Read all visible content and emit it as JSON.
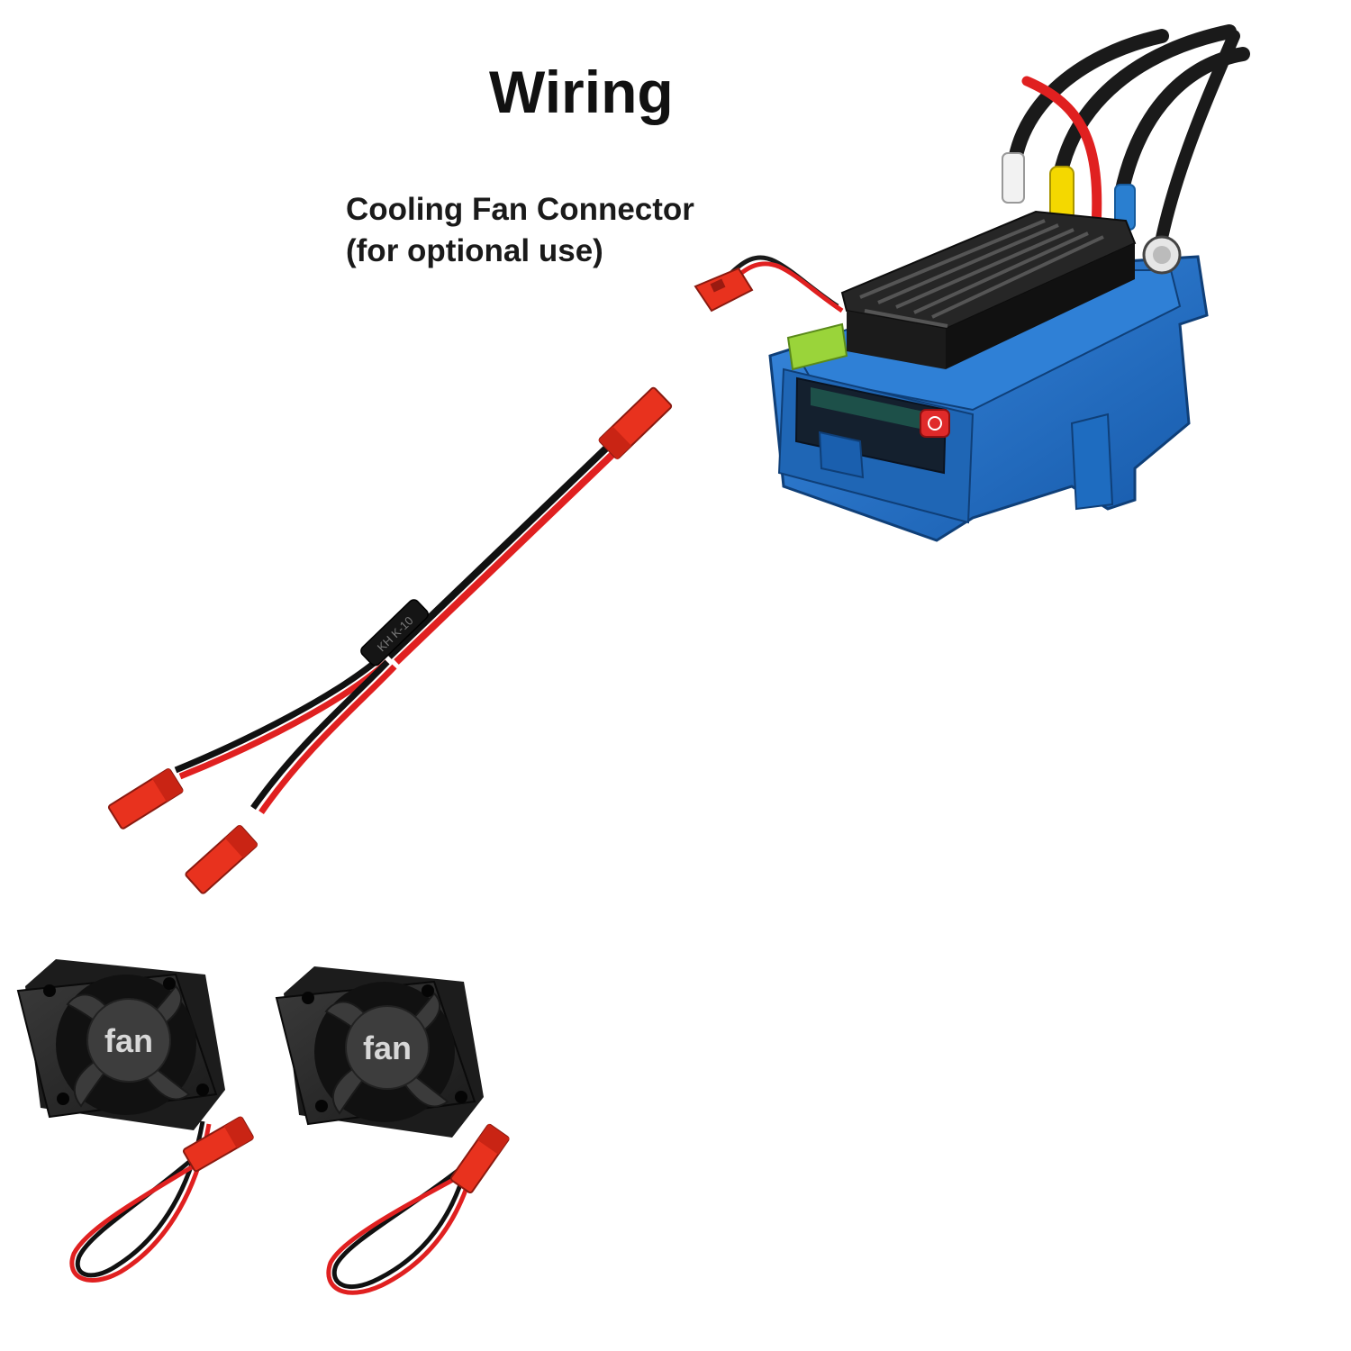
{
  "title": "Wiring",
  "callout": {
    "line1": "Cooling Fan Connector",
    "line2": "(for optional use)"
  },
  "splitter_cable": {
    "sleeve_marking": "KH K-10"
  },
  "fans": [
    {
      "label": "fan"
    },
    {
      "label": "fan"
    }
  ],
  "colors": {
    "esc_body": "#1e6fc0",
    "heatsink": "#1b1b1b",
    "connector_red": "#e8321e",
    "wire_red": "#e02020",
    "wire_black": "#111111",
    "fan_body": "#2a2a2a"
  }
}
